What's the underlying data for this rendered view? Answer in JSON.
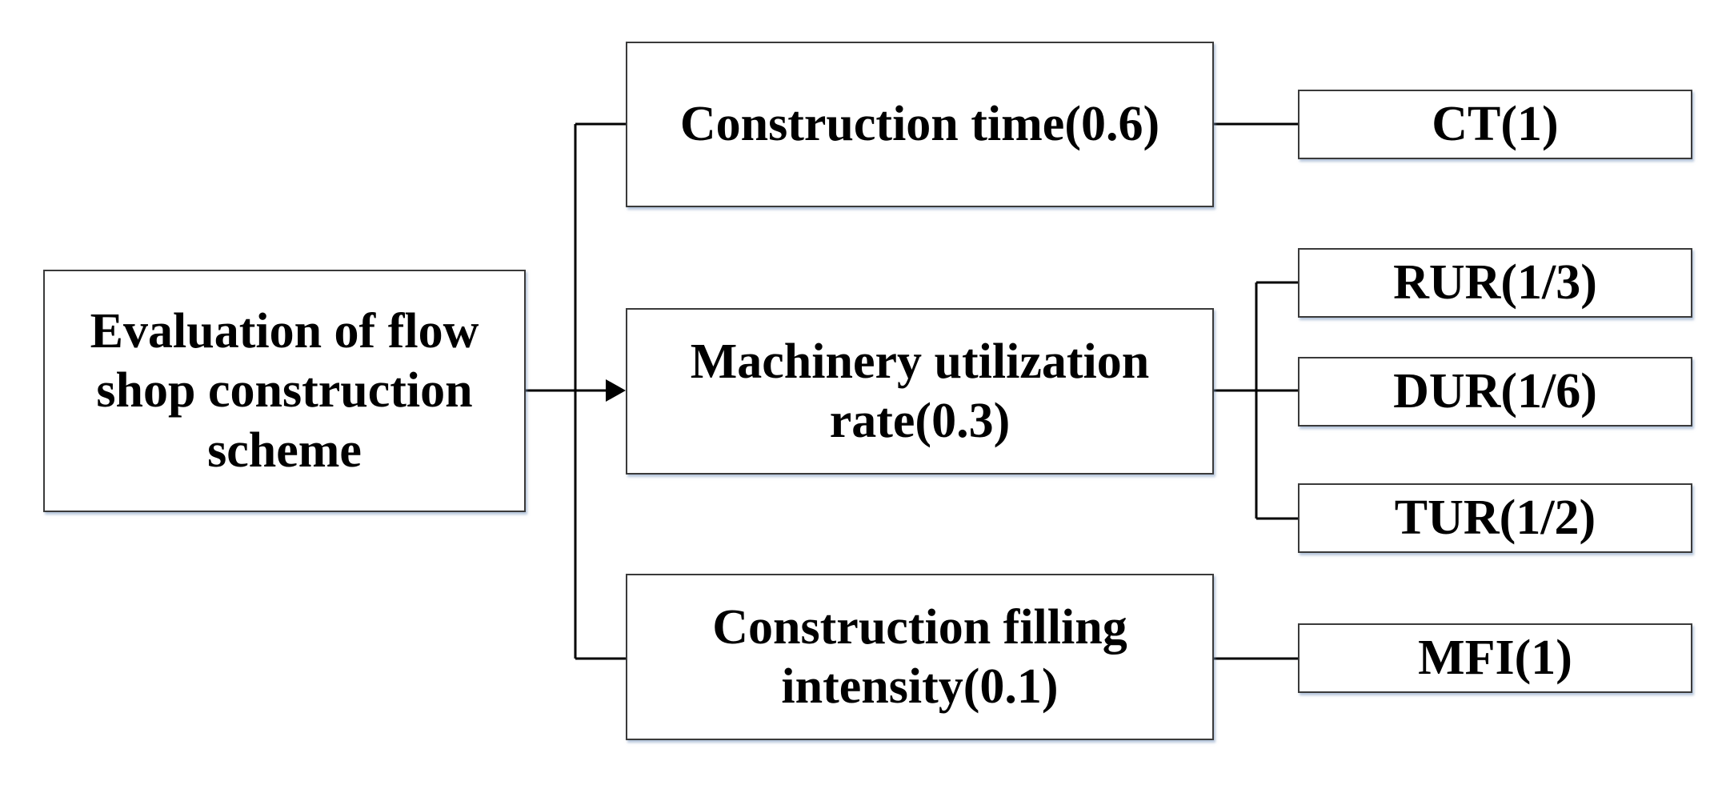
{
  "diagram": {
    "root": {
      "lines": [
        "Evaluation of flow",
        "shop construction",
        "scheme"
      ]
    },
    "criteria": [
      {
        "lines": [
          "Construction time(0.6)"
        ]
      },
      {
        "lines": [
          "Machinery utilization",
          "rate(0.3)"
        ]
      },
      {
        "lines": [
          "Construction filling",
          "intensity(0.1)"
        ]
      }
    ],
    "indicators": [
      {
        "label": "CT(1)"
      },
      {
        "label": "RUR(1/3)"
      },
      {
        "label": "DUR(1/6)"
      },
      {
        "label": "TUR(1/2)"
      },
      {
        "label": "MFI(1)"
      }
    ],
    "colors": {
      "border": "#3a3a3a",
      "line": "#000000",
      "shadow": "#7896be"
    }
  }
}
